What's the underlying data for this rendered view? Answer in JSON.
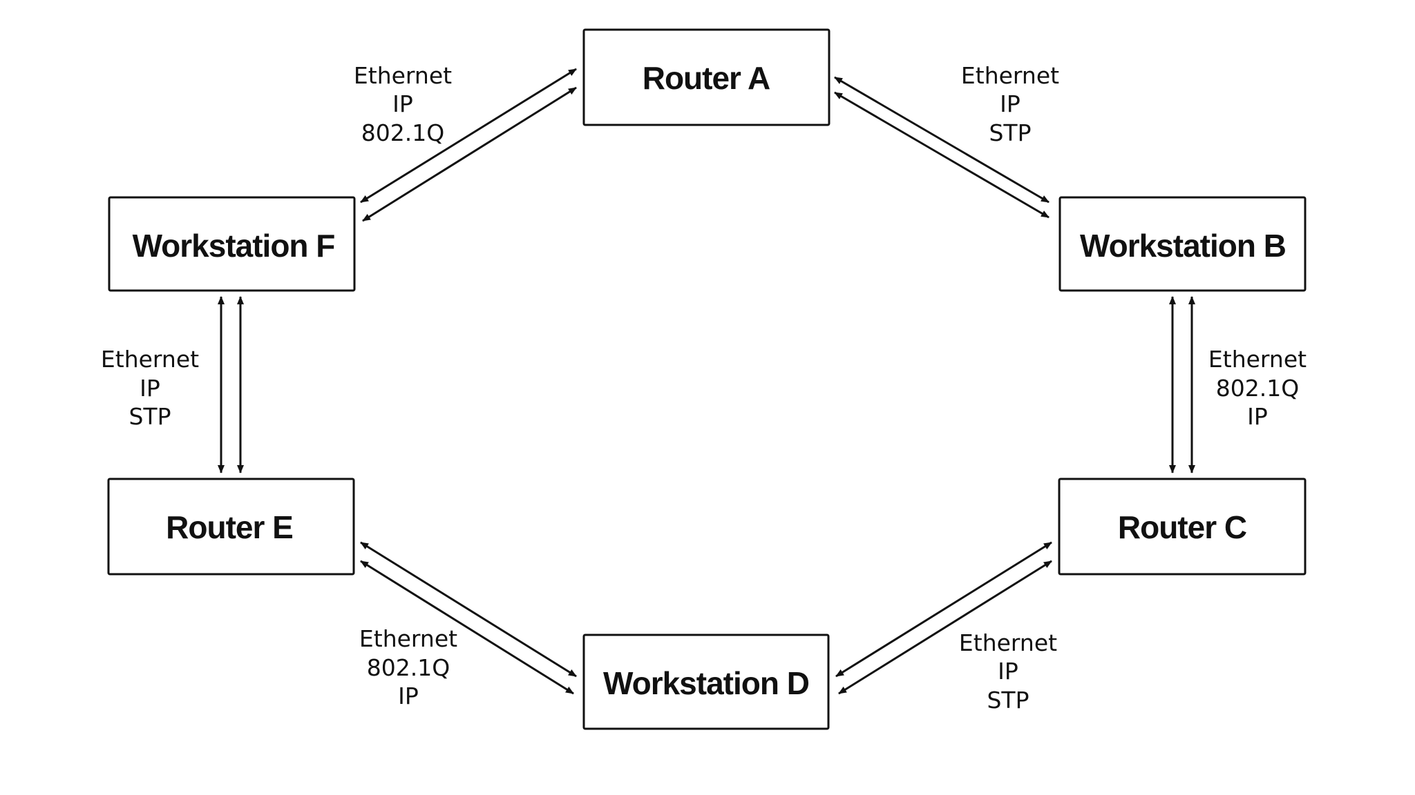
{
  "nodes": [
    {
      "id": "router-a",
      "label": "Router A"
    },
    {
      "id": "workstation-b",
      "label": "Workstation B"
    },
    {
      "id": "router-c",
      "label": "Router C"
    },
    {
      "id": "workstation-d",
      "label": "Workstation D"
    },
    {
      "id": "router-e",
      "label": "Router E"
    },
    {
      "id": "workstation-f",
      "label": "Workstation F"
    }
  ],
  "links": [
    {
      "from": "router-a",
      "to": "workstation-b",
      "protocols": [
        "Ethernet",
        "IP",
        "STP"
      ]
    },
    {
      "from": "workstation-b",
      "to": "router-c",
      "protocols": [
        "Ethernet",
        "802.1Q",
        "IP"
      ]
    },
    {
      "from": "router-c",
      "to": "workstation-d",
      "protocols": [
        "Ethernet",
        "IP",
        "STP"
      ]
    },
    {
      "from": "workstation-d",
      "to": "router-e",
      "protocols": [
        "Ethernet",
        "802.1Q",
        "IP"
      ]
    },
    {
      "from": "router-e",
      "to": "workstation-f",
      "protocols": [
        "Ethernet",
        "IP",
        "STP"
      ]
    },
    {
      "from": "workstation-f",
      "to": "router-a",
      "protocols": [
        "Ethernet",
        "IP",
        "802.1Q"
      ]
    }
  ]
}
